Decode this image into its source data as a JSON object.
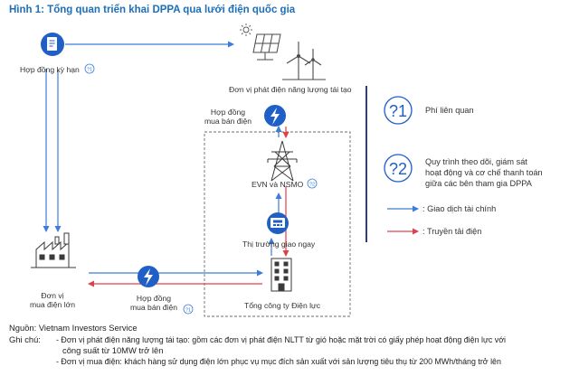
{
  "title": "Hình 1: Tổng quan triển khai DPPA qua lưới điện quốc gia",
  "nodes": {
    "contract_term": "Hợp đồng kỳ hạn",
    "contract_term_badge": "?1",
    "renewable_unit": "Đơn vị phát điện năng lượng tái tạo",
    "power_purchase_top_l1": "Hợp đồng",
    "power_purchase_top_l2": "mua bán điện",
    "evn_nsmo": "EVN và NSMO",
    "evn_badge": "?2",
    "spot_market": "Thị trường giao ngay",
    "buyer_l1": "Đơn vị",
    "buyer_l2": "mua điện lớn",
    "power_purchase_bottom_l1": "Hợp đồng",
    "power_purchase_bottom_l2": "mua bán điện",
    "power_purchase_bottom_badge": "?1",
    "power_corp": "Tổng công ty Điện lực"
  },
  "legend": {
    "q1_symbol": "?1",
    "q1_text": "Phí liên quan",
    "q2_symbol": "?2",
    "q2_line1": "Quy trình theo dõi, giám sát",
    "q2_line2": "hoạt động và cơ chế thanh toán",
    "q2_line3": "giữa các bên tham gia DPPA",
    "financial": ": Giao dịch tài chính",
    "power": ": Truyền tải điện"
  },
  "footer": {
    "source": "Nguồn: Vietnam Investors Service",
    "note_label": "Ghi chú:",
    "note1_line1": "- Đơn vị phát điện năng lượng tái tạo: gồm các đơn vị phát điện NLTT từ gió hoặc mặt trời có giấy phép hoạt động điện lực với",
    "note1_line2": "công suất từ 10MW trở lên",
    "note2": "- Đơn vị mua điện: khách hàng sử dụng điện lớn phục vụ mục đích sản xuất với sản lượng tiêu thụ từ 200 MWh/tháng trở lên"
  },
  "colors": {
    "title": "#1d6fb8",
    "financial_arrow": "#3b7dd8",
    "power_arrow": "#e0404a",
    "icon_blue": "#1f5fc6",
    "icon_dark": "#4a4a4a"
  }
}
